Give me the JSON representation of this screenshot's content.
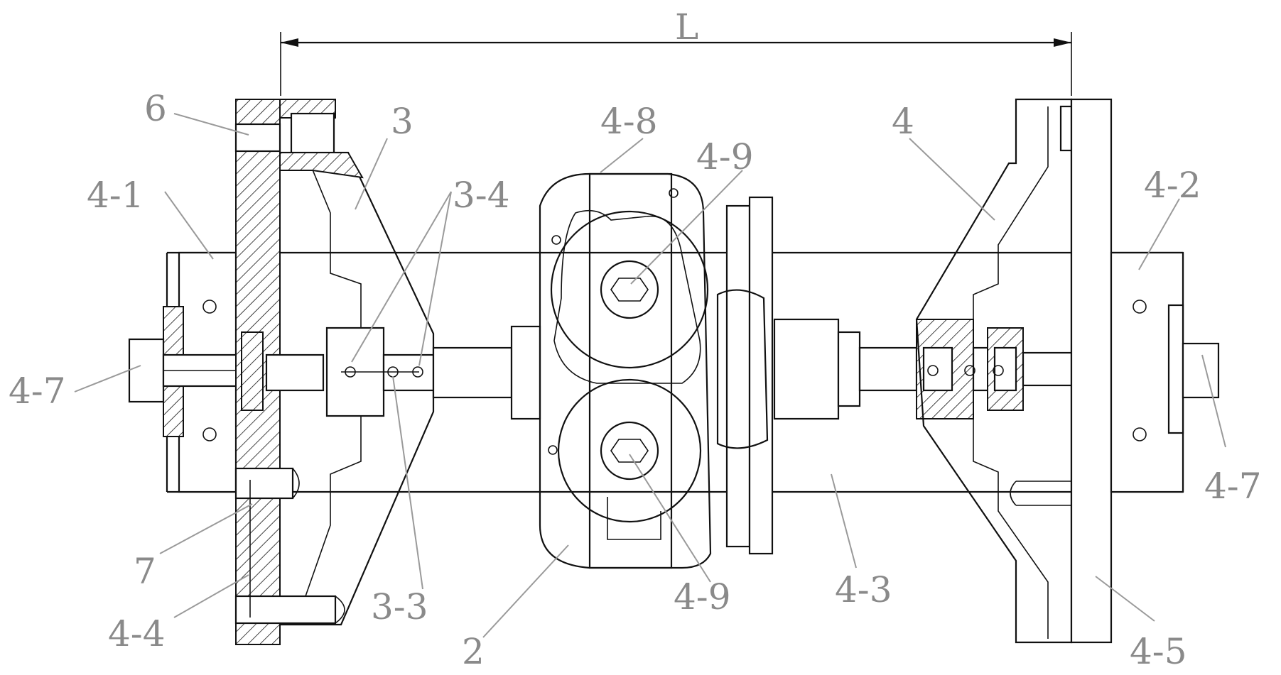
{
  "labels": {
    "L": "L",
    "n6": "6",
    "n3": "3",
    "n4_8": "4-8",
    "n4_9a": "4-9",
    "n4": "4",
    "n4_1": "4-1",
    "n3_4": "3-4",
    "n4_2": "4-2",
    "n4_7a": "4-7",
    "n4_7b": "4-7",
    "n7": "7",
    "n3_3": "3-3",
    "n4_9b": "4-9",
    "n4_3": "4-3",
    "n4_4": "4-4",
    "n2": "2",
    "n4_5": "4-5"
  },
  "colors": {
    "line": "#111111",
    "label": "#8a8a8a",
    "leader": "#9a9a9a"
  }
}
